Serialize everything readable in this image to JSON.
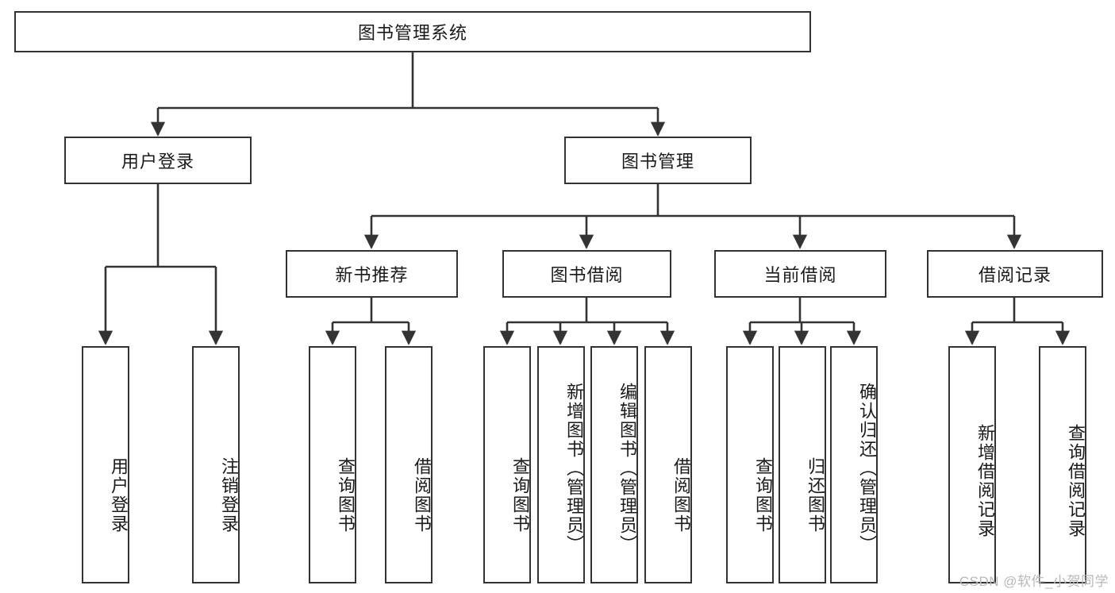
{
  "diagram": {
    "type": "tree",
    "title": "图书管理系统",
    "orientation": "top-down",
    "colors": {
      "box_border": "#333333",
      "box_fill": "#ffffff",
      "connector": "#333333",
      "text": "#1a1a1a",
      "watermark": "#b9b9b9",
      "background": "#ffffff"
    }
  },
  "root": {
    "label": "图书管理系统"
  },
  "level2": [
    {
      "label": "用户登录"
    },
    {
      "label": "图书管理"
    }
  ],
  "level3": [
    {
      "label": "新书推荐"
    },
    {
      "label": "图书借阅"
    },
    {
      "label": "当前借阅"
    },
    {
      "label": "借阅记录"
    }
  ],
  "leaves": {
    "user_login": [
      {
        "label": "用户登录"
      },
      {
        "label": "注销登录"
      }
    ],
    "new_book_recommend": [
      {
        "label": "查询图书"
      },
      {
        "label": "借阅图书"
      }
    ],
    "book_borrow": [
      {
        "label": "查询图书"
      },
      {
        "label": "新增图书（管理员）"
      },
      {
        "label": "编辑图书（管理员）"
      },
      {
        "label": "借阅图书"
      }
    ],
    "current_borrow": [
      {
        "label": "查询图书"
      },
      {
        "label": "归还图书"
      },
      {
        "label": "确认归还（管理员）"
      }
    ],
    "borrow_record": [
      {
        "label": "新增借阅记录"
      },
      {
        "label": "查询借阅记录"
      }
    ]
  },
  "watermark": {
    "text": "CSDN @软件_小贺同学"
  }
}
